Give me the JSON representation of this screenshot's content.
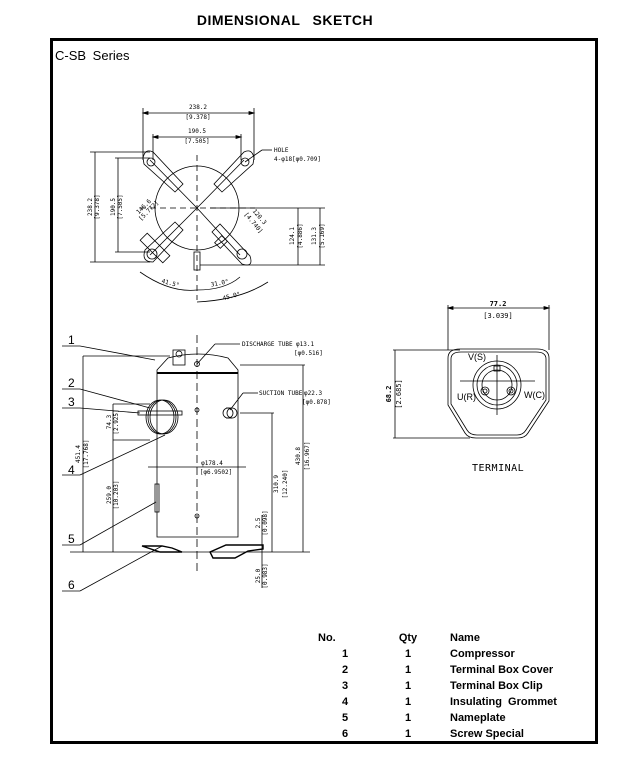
{
  "title": "DIMENSIONAL   SKETCH",
  "series": "C-SB  Series",
  "top_view": {
    "overall_width": "238.2",
    "overall_width_in": "[9.378]",
    "mount_width": "190.5",
    "mount_width_in": "[7.505]",
    "hole_label": "HOLE",
    "hole_spec": "4-φ18[φ0.709]",
    "overall_height": "238.2",
    "overall_height_in": "[9.378]",
    "mount_height": "190.5",
    "mount_height_in": "[7.505]",
    "diag_left": "146.6",
    "diag_left_in": "[5.772]",
    "diag_right": "120.3",
    "diag_right_in": "[4.740]",
    "center_to_edge": "124.1",
    "center_to_edge_in": "[4.886]",
    "center_to_side": "131.3",
    "center_to_side_in": "[5.169]",
    "angle_left": "41.5°",
    "angle_mid": "31.0°",
    "angle_right": "45.0°"
  },
  "side_view": {
    "discharge_label": "DISCHARGE TUBE",
    "discharge_dia": "φ13.1",
    "discharge_dia_in": "[φ0.516]",
    "suction_label": "SUCTION TUBE",
    "suction_dia": "φ22.3",
    "suction_dia_in": "[φ0.878]",
    "shell_dia": "φ178.4",
    "shell_dia_in": "[φ6.9502]",
    "total_height": "451.4",
    "total_height_in": "[17.768]",
    "terminal_height": "74.3",
    "terminal_height_in": "[2.925]",
    "nameplate_height": "259.0",
    "nameplate_height_in": "[10.203]",
    "suction_height": "310.9",
    "suction_height_in": "[12.240]",
    "discharge_height": "430.8",
    "discharge_height_in": "[16.967]",
    "foot_gap": "2.5",
    "foot_gap_in": "[0.098]",
    "foot_height": "25.0",
    "foot_height_in": "[0.983]",
    "callouts": [
      "1",
      "2",
      "3",
      "4",
      "5",
      "6"
    ]
  },
  "terminal": {
    "width": "77.2",
    "width_in": "[3.039]",
    "height": "68.2",
    "height_in": "[2.685]",
    "pins": [
      "V(S)",
      "U(R)",
      "W(C)"
    ],
    "caption": "TERMINAL"
  },
  "parts_table": {
    "headers": [
      "No.",
      "Qty",
      "Name"
    ],
    "rows": [
      {
        "no": "1",
        "qty": "1",
        "name": "Compressor"
      },
      {
        "no": "2",
        "qty": "1",
        "name": "Terminal Box Cover"
      },
      {
        "no": "3",
        "qty": "1",
        "name": "Terminal Box Clip"
      },
      {
        "no": "4",
        "qty": "1",
        "name": "Insulating  Grommet"
      },
      {
        "no": "5",
        "qty": "1",
        "name": "Nameplate"
      },
      {
        "no": "6",
        "qty": "1",
        "name": "Screw Special"
      }
    ]
  }
}
